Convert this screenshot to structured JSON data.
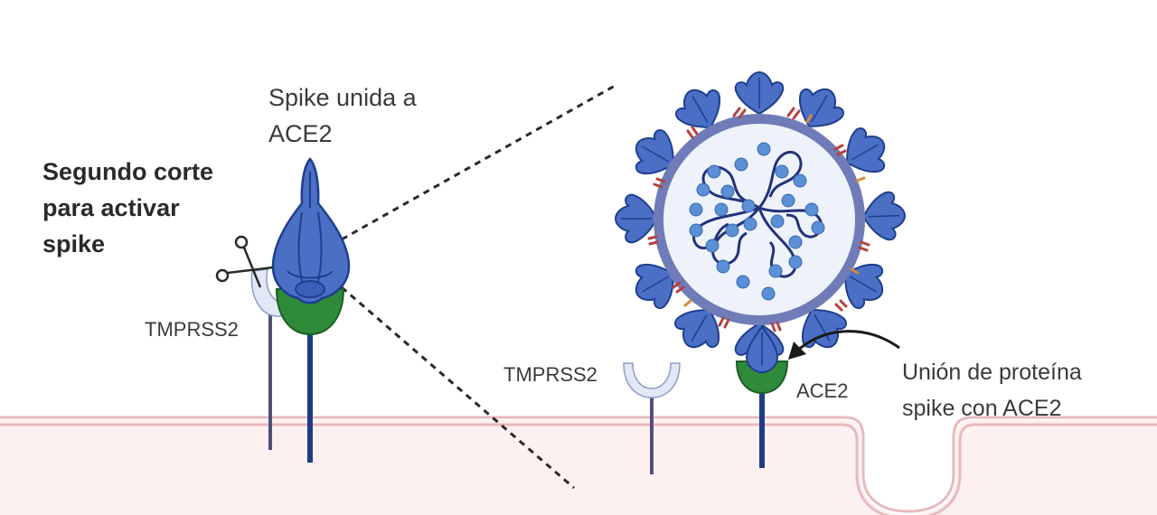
{
  "labels": {
    "spike_bound_line1": "Spike unida a",
    "spike_bound_line2": "ACE2",
    "second_cut_line1": "Segundo corte",
    "second_cut_line2": "para activar",
    "second_cut_line3": "spike",
    "tmprss2_left": "TMPRSS2",
    "tmprss2_right": "TMPRSS2",
    "ace2_right": "ACE2",
    "binding_line1": "Unión de proteína",
    "binding_line2": "spike con ACE2"
  },
  "colors": {
    "spike_blue": "#4a6fc4",
    "spike_outline": "#1e3f8f",
    "ace2_green": "#2f8a3a",
    "tmprss2_fill": "#e2e8f6",
    "membrane_fill": "#fdf0f0",
    "membrane_line": "#e9b9bb",
    "virus_envelope": "#6f7cb8",
    "virus_core": "#eef3fb",
    "rna_strand": "#23327a",
    "nucleocapsid": "#5b8fd6",
    "m_protein": "#b7413b",
    "e_protein": "#d98a3a"
  },
  "icons": [
    "scissors-icon",
    "arrow-icon"
  ]
}
